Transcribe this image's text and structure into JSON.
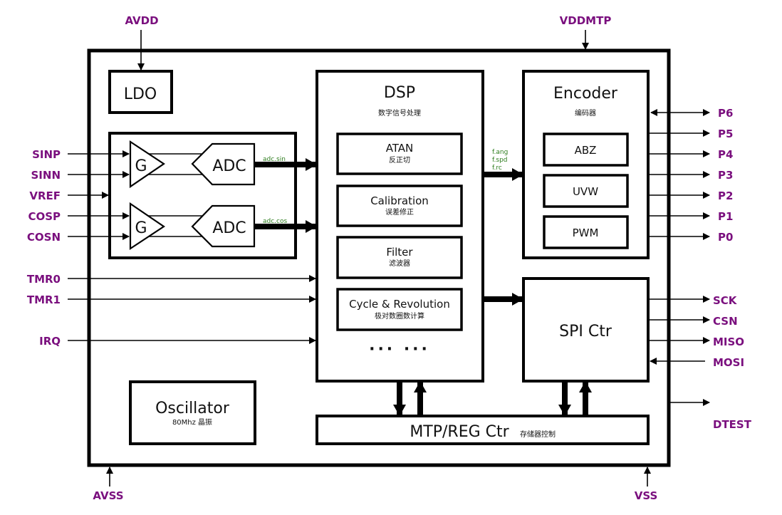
{
  "diagram": {
    "colors": {
      "pin_label": "#7a0f7e",
      "signal_label": "#2e7d1e",
      "line": "#000000"
    },
    "power_pins": {
      "avdd": "AVDD",
      "vddmtp": "VDDMTP",
      "avss": "AVSS",
      "vss": "VSS"
    },
    "left_pins": [
      "SINP",
      "SINN",
      "VREF",
      "COSP",
      "COSN",
      "TMR0",
      "TMR1",
      "IRQ"
    ],
    "encoder_pins": [
      "P6",
      "P5",
      "P4",
      "P3",
      "P2",
      "P1",
      "P0"
    ],
    "spi_pins": [
      "SCK",
      "CSN",
      "MISO",
      "MOSI"
    ],
    "test_pin": "DTEST",
    "blocks": {
      "ldo": "LDO",
      "gain": "G",
      "adc": "ADC",
      "dsp": {
        "title": "DSP",
        "subtitle": "数字信号处理"
      },
      "dsp_sub": [
        {
          "title": "ATAN",
          "subtitle": "反正切"
        },
        {
          "title": "Calibration",
          "subtitle": "误差修正"
        },
        {
          "title": "Filter",
          "subtitle": "滤波器"
        },
        {
          "title": "Cycle & Revolution",
          "subtitle": "极对数圈数计算"
        }
      ],
      "dsp_more": "··· ···",
      "encoder": {
        "title": "Encoder",
        "subtitle": "编码器"
      },
      "encoder_sub": [
        "ABZ",
        "UVW",
        "PWM"
      ],
      "spi": "SPI Ctr",
      "oscillator": {
        "title": "Oscillator",
        "subtitle": "80Mhz 晶振"
      },
      "mtp": {
        "title": "MTP/REG Ctr",
        "subtitle": "存储器控制"
      }
    },
    "signals": {
      "adc_sin": "adc.sin",
      "adc_cos": "adc.cos",
      "dsp_out": [
        "f.ang",
        "f.spd",
        "f.rc"
      ]
    }
  }
}
